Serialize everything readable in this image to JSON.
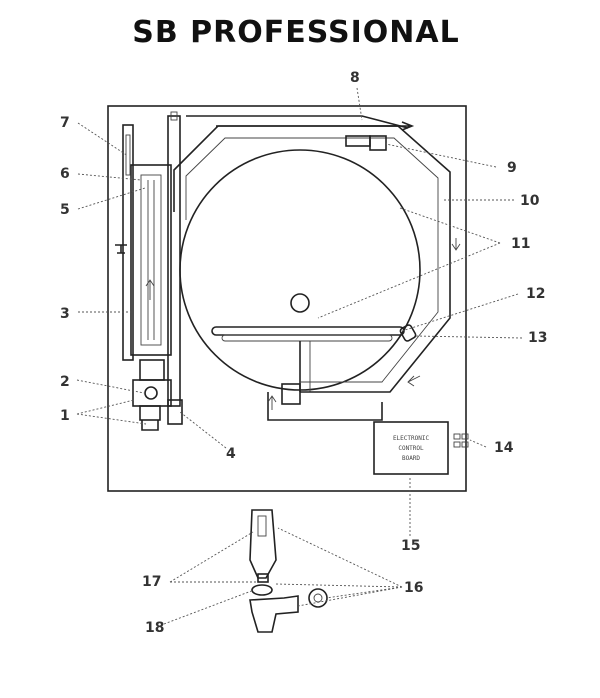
{
  "title": "SB PROFESSIONAL",
  "board": {
    "lines": [
      "ELECTRONIC",
      "CONTROL",
      "BOARD"
    ]
  },
  "callouts": [
    "1",
    "2",
    "3",
    "4",
    "5",
    "6",
    "7",
    "8",
    "9",
    "10",
    "11",
    "12",
    "13",
    "14",
    "15",
    "16",
    "17",
    "18"
  ]
}
